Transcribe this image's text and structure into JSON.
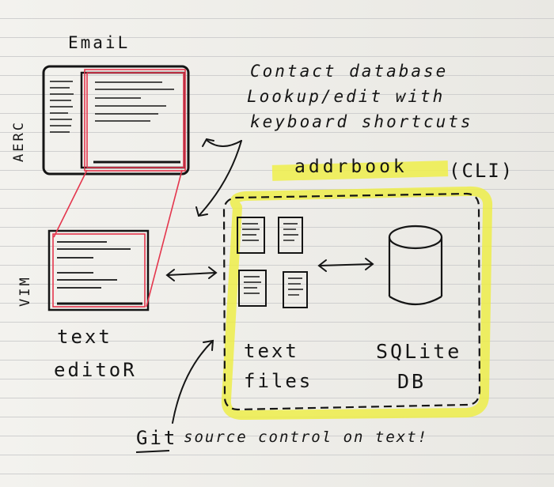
{
  "diagram": {
    "email_label": "EmaiL",
    "aerc_label": "AERC",
    "vim_label": "VIM",
    "contact_line1": "Contact database",
    "contact_line2": "Lookup/edit with",
    "contact_line3": "keyboard shortcuts",
    "addrbook_label": "addrbook",
    "cli_label": "(CLI)",
    "text_editor_line1": "text",
    "text_editor_line2": "editoR",
    "text_files_line1": "text",
    "text_files_line2": "files",
    "sqlite_line1": "SQLite",
    "sqlite_line2": "DB",
    "git_word": "Git",
    "git_rest": "source control on text!"
  },
  "colors": {
    "ink": "#151515",
    "highlight": "#eeee44",
    "red_pen": "#e4364d",
    "paper": "#ecebe6"
  }
}
